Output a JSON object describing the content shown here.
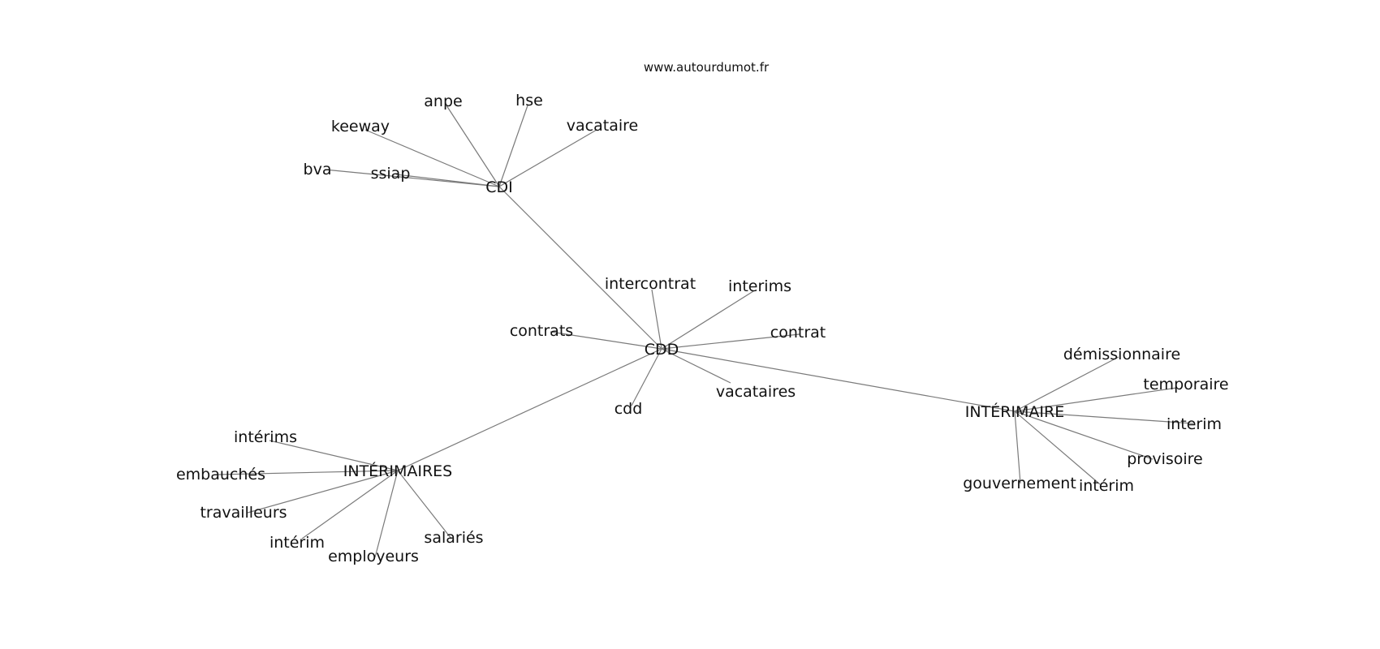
{
  "site_label": "www.autourdumot.fr",
  "graph": {
    "hubs": {
      "cdd": "CDD",
      "cdi": "CDI",
      "interimaires": "INTÉRIMAIRES",
      "interimaire": "INTÉRIMAIRE"
    },
    "hub_links": [
      [
        "cdd",
        "cdi"
      ],
      [
        "cdd",
        "interimaires"
      ],
      [
        "cdd",
        "interimaire"
      ]
    ],
    "leaves": {
      "cdi": [
        "bva",
        "ssiap",
        "keeway",
        "anpe",
        "hse",
        "vacataire"
      ],
      "cdd": [
        "intercontrat",
        "interims",
        "contrat",
        "contrats",
        "vacataires",
        "cdd"
      ],
      "interimaires": [
        "intérims",
        "embauchés",
        "travailleurs",
        "intérim",
        "employeurs",
        "salariés"
      ],
      "interimaire": [
        "démissionnaire",
        "temporaire",
        "interim",
        "provisoire",
        "intérim",
        "gouvernement"
      ]
    }
  }
}
